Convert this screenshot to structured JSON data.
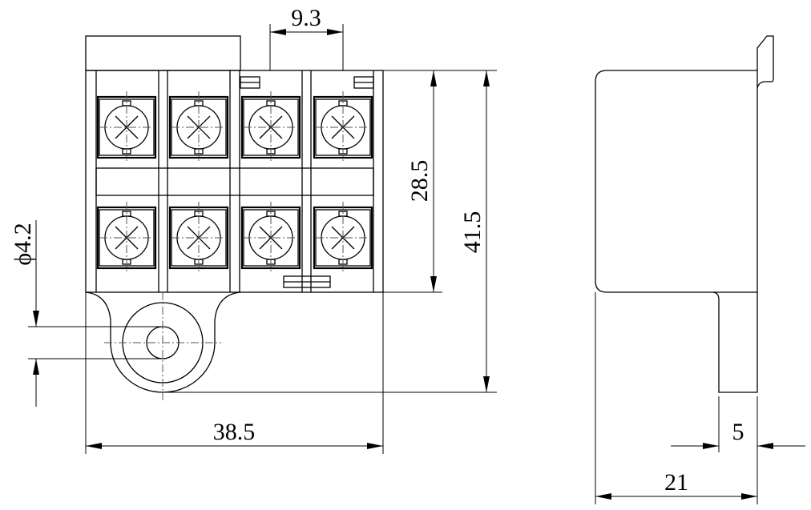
{
  "drawing": {
    "front_view": {
      "terminal_count_per_row": 4,
      "rows": 2
    },
    "dimensions": {
      "pitch": "9.3",
      "terminal_height": "28.5",
      "total_height": "41.5",
      "hole_diameter": "ϕ4.2",
      "total_width": "38.5",
      "tab_thickness": "5",
      "depth": "21"
    }
  }
}
